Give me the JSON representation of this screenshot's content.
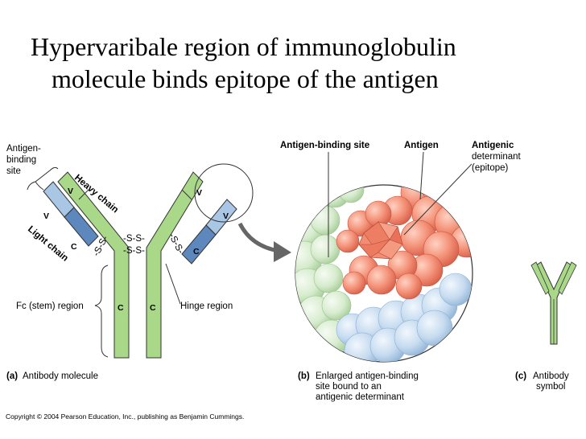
{
  "title": {
    "line1": "Hypervaribale region of immunoglobulin",
    "line2": "molecule binds epitope of the antigen"
  },
  "panel_a": {
    "antigen_binding_site": [
      "Antigen-",
      "binding",
      "site"
    ],
    "heavy_chain": "Heavy chain",
    "light_chain": "Light chain",
    "v": "V",
    "c": "C",
    "ss": "-S-S-",
    "fc_region": "Fc (stem) region",
    "hinge_region": "Hinge region",
    "caption_letter": "(a)",
    "caption": "Antibody molecule"
  },
  "panel_b": {
    "antigen_binding_site": "Antigen-binding site",
    "antigen": "Antigen",
    "antigenic_determinant": [
      "Antigenic",
      "determinant",
      "(epitope)"
    ],
    "caption_letter": "(b)",
    "caption": [
      "Enlarged antigen-binding",
      "site bound to an",
      "antigenic determinant"
    ]
  },
  "panel_c": {
    "caption_letter": "(c)",
    "caption": [
      "Antibody",
      "symbol"
    ]
  },
  "copyright": "Copyright © 2004 Pearson Education, Inc., publishing as Benjamin Cummings.",
  "colors": {
    "heavy_chain": "#a8d888",
    "light_chain_v": "#a9c6e4",
    "light_chain_c": "#5d88bd",
    "antigen": "#f2876b",
    "binding_site": "#cfe8c4",
    "blue_atoms": "#b8d2ec"
  }
}
